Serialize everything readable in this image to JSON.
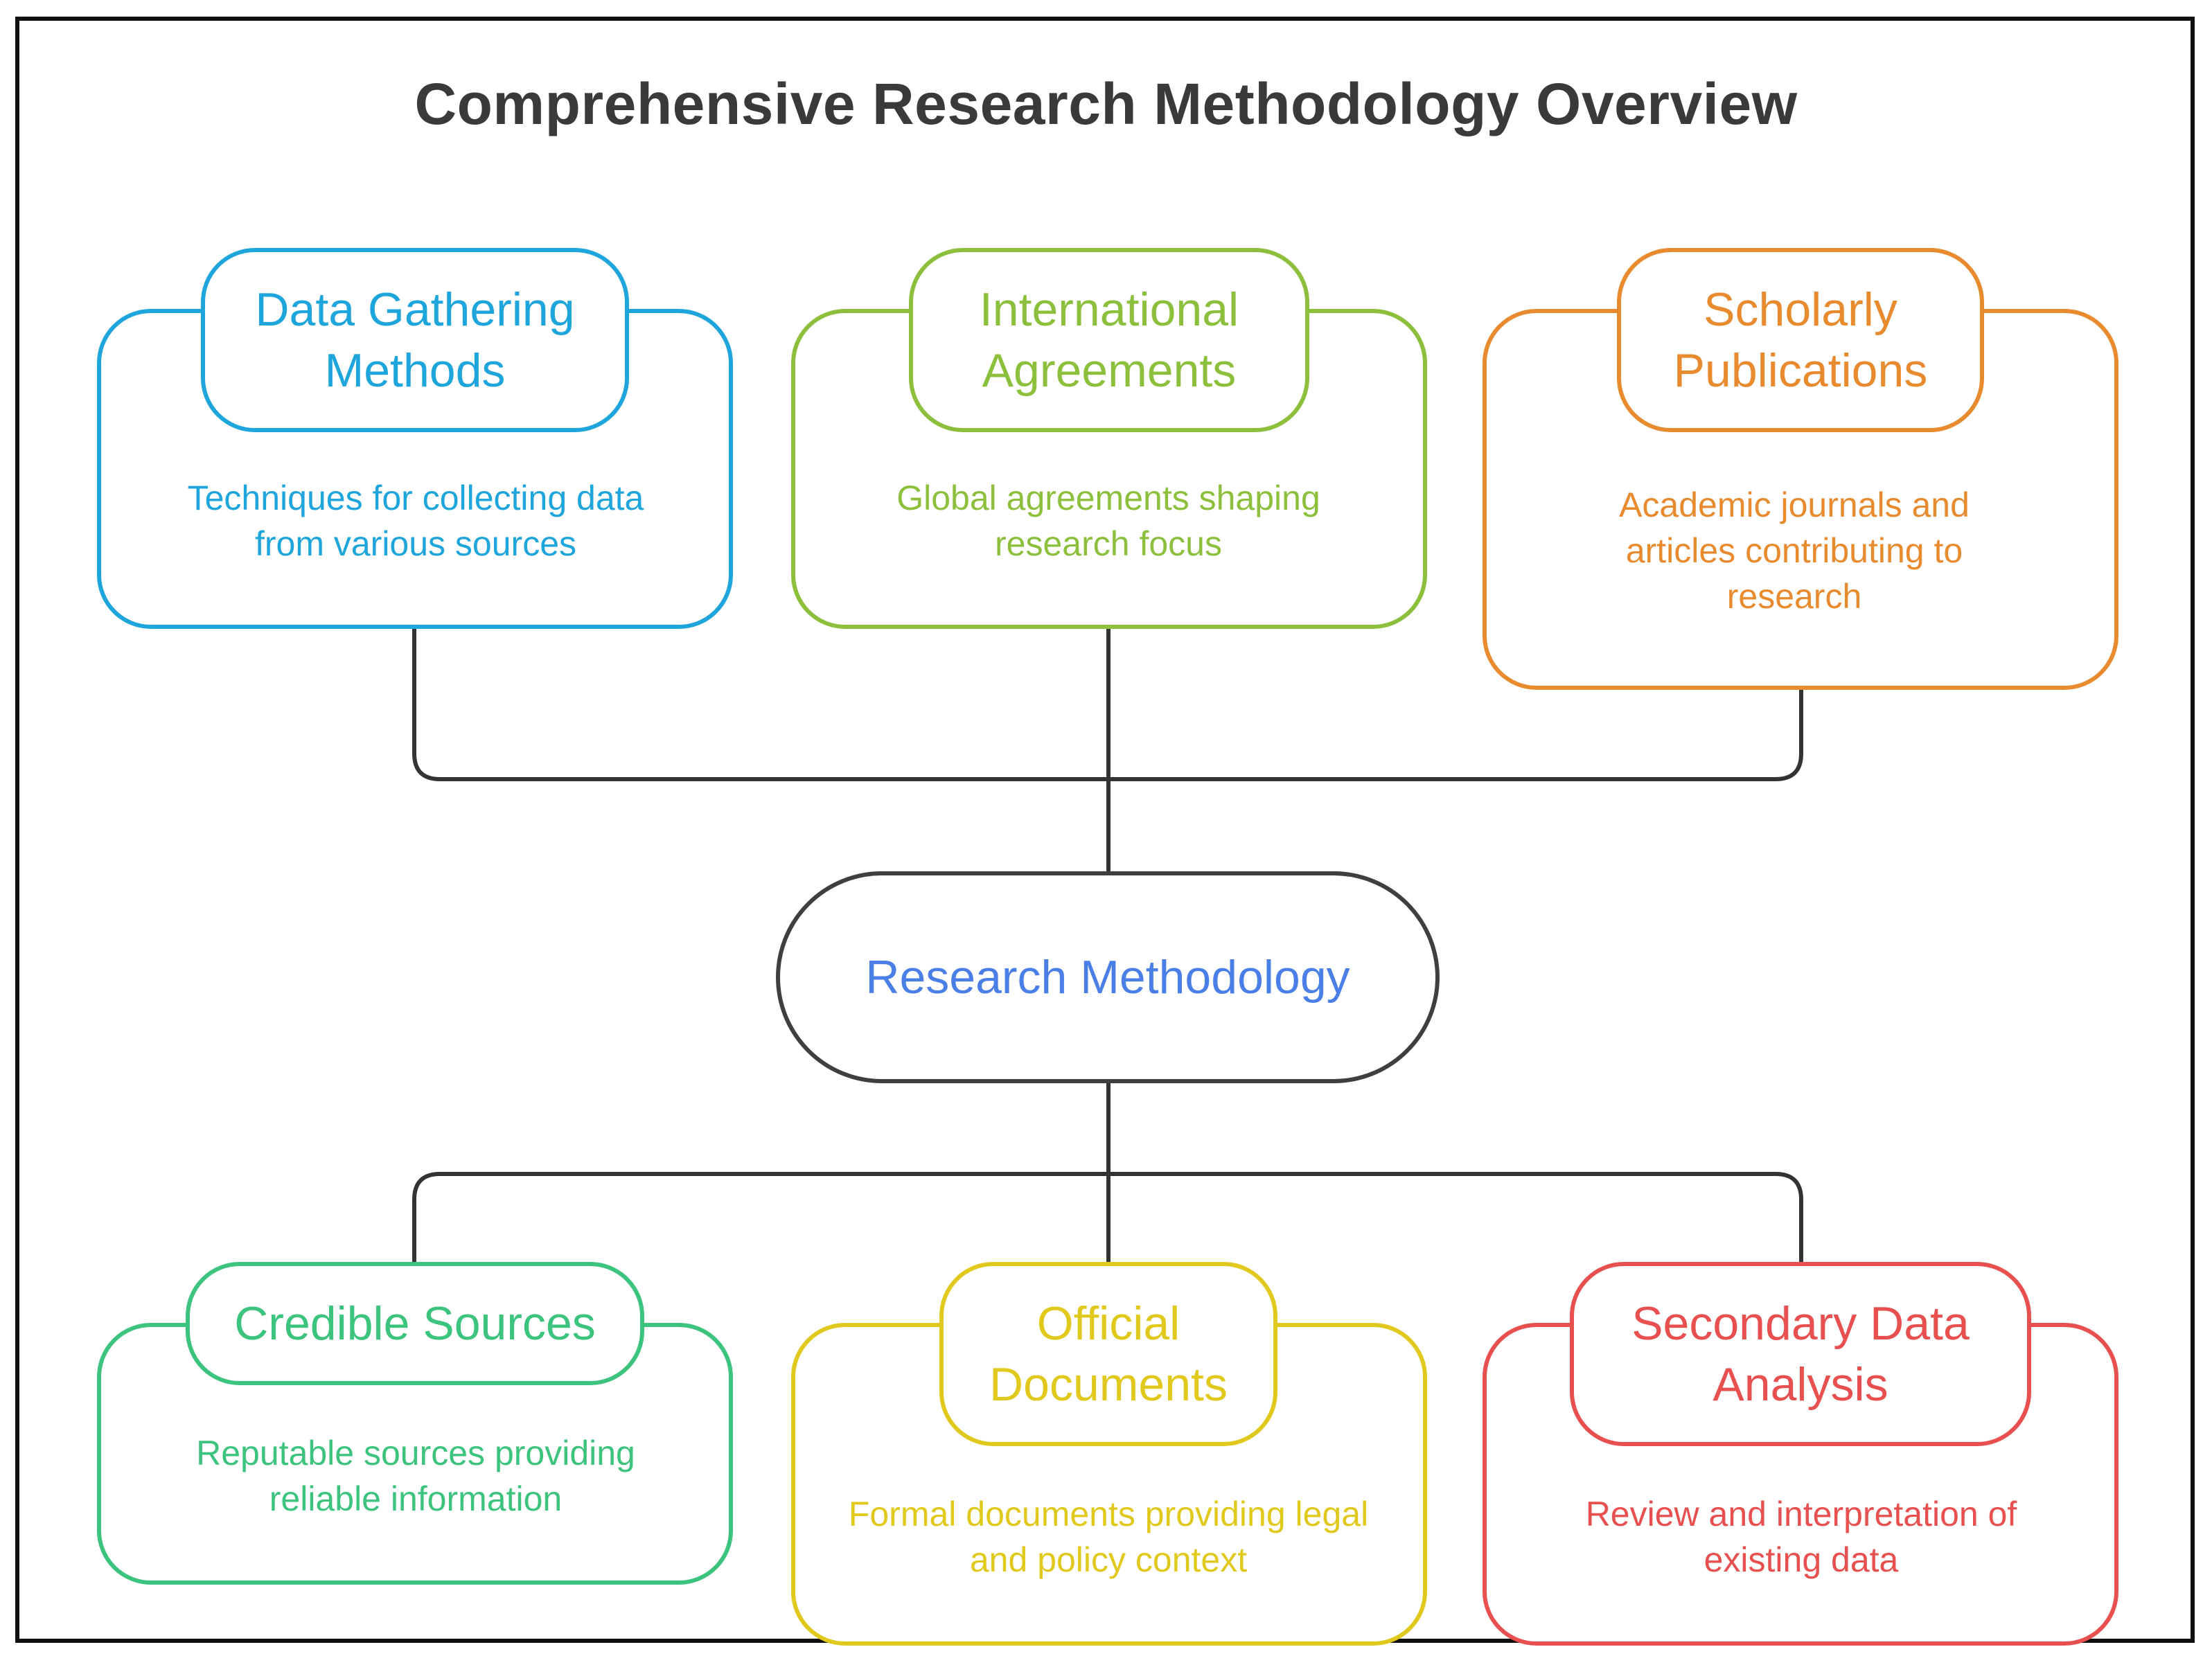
{
  "title": "Comprehensive Research Methodology Overview",
  "center": {
    "label": "Research Methodology",
    "color": "#4a7fe8"
  },
  "connector_color": "#333333",
  "top_nodes": [
    {
      "title": "Data Gathering Methods",
      "description": "Techniques for collecting data from various sources",
      "color": "#1ea5dc"
    },
    {
      "title": "International Agreements",
      "description": "Global agreements shaping research focus",
      "color": "#8cc03c"
    },
    {
      "title": "Scholarly Publications",
      "description": "Academic journals and articles contributing to research",
      "color": "#e88a2e"
    }
  ],
  "bottom_nodes": [
    {
      "title": "Credible Sources",
      "description": "Reputable sources providing reliable information",
      "color": "#3cc37e"
    },
    {
      "title": "Official Documents",
      "description": "Formal documents providing legal and policy context",
      "color": "#e0c91c"
    },
    {
      "title": "Secondary Data Analysis",
      "description": "Review and interpretation of existing data",
      "color": "#e85050"
    }
  ]
}
